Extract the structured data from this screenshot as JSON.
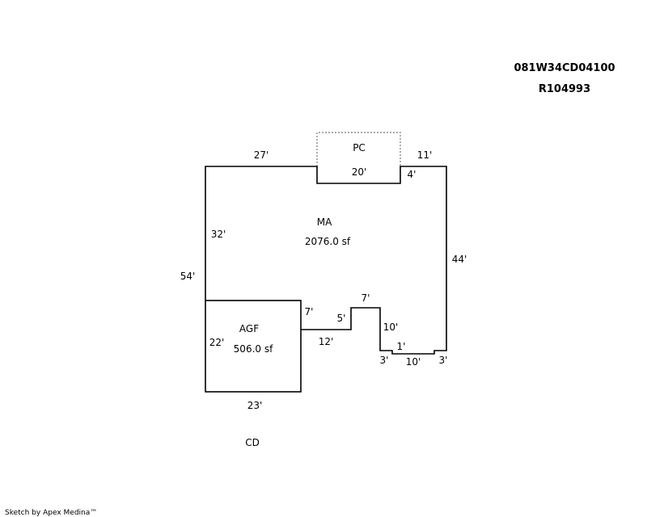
{
  "header": {
    "parcel_id": "081W34CD04100",
    "account_id": "R104993"
  },
  "areas": {
    "main": {
      "code": "MA",
      "area": "2076.0 sf"
    },
    "garage": {
      "code": "AGF",
      "area": "506.0 sf"
    },
    "porch": {
      "code": "PC"
    },
    "deck": {
      "code": "CD"
    }
  },
  "dimensions": {
    "main_top_left": "27'",
    "porch_width": "20'",
    "main_top_right": "11'",
    "porch_depth": "4'",
    "main_left_upper": "32'",
    "overall_left": "54'",
    "main_right": "44'",
    "garage_side": "7'",
    "garage_left": "22'",
    "garage_bottom": "23'",
    "jog_width": "12'",
    "notch_side": "5'",
    "notch_top": "7'",
    "notch_right": "10'",
    "step_small": "1'",
    "step_left": "3'",
    "bay_bottom": "10'",
    "step_right": "3'"
  },
  "footer": {
    "credit": "Sketch by Apex Medina™"
  }
}
